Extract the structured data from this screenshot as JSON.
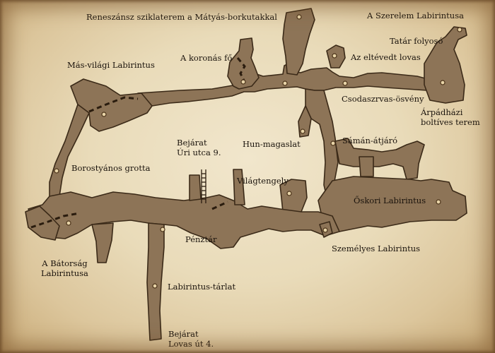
{
  "labels": {
    "renaissance": "Reneszánsz sziklaterem a Mátyás-borkutakkal",
    "love": "A Szerelem Labirintusa",
    "tatar": "Tatár folyosó",
    "lost_horseman": "Az eltévedt lovas",
    "otherworld": "Más-világi Labirintus",
    "crowned_head": "A koronás fő",
    "deer_path": "Csodaszrvas-ösvény",
    "arpad_line1": "Árpádházi",
    "arpad_line2": "boltíves terem",
    "hun": "Hun-magaslat",
    "shaman": "Sámán-átjáró",
    "entrance_uri_line1": "Bejárat",
    "entrance_uri_line2": "Úri utca 9.",
    "amber": "Borostyános grotta",
    "world_axis": "Világtengely",
    "ancient": "Őskori Labirintus",
    "cashier": "Pénztár",
    "personal": "Személyes Labirintus",
    "courage_line1": "A Bátorság",
    "courage_line2": "Labirintusa",
    "gallery": "Labirintus-tárlat",
    "entrance_lovas_line1": "Bejárat",
    "entrance_lovas_line2": "Lovas út 4."
  }
}
